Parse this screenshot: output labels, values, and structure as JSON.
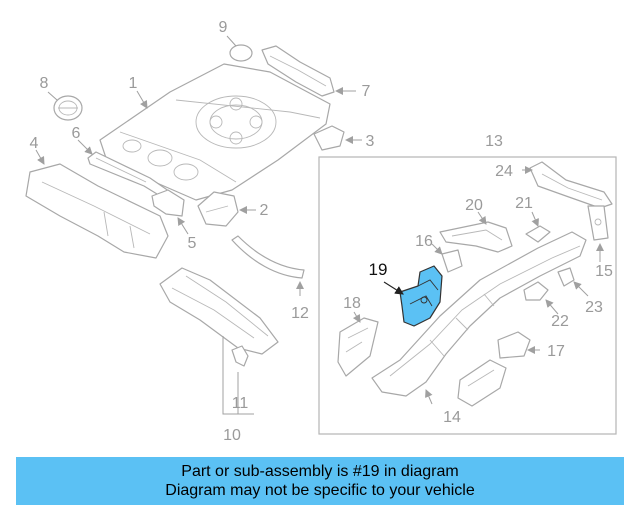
{
  "diagram": {
    "highlight_color": "#5bc1f4",
    "outline_color": "#a8a8a8",
    "labels": {
      "1": "1",
      "2": "2",
      "3": "3",
      "4": "4",
      "5": "5",
      "6": "6",
      "7": "7",
      "8": "8",
      "9": "9",
      "10": "10",
      "11": "11",
      "12": "12",
      "13": "13",
      "14": "14",
      "15": "15",
      "16": "16",
      "17": "17",
      "18": "18",
      "19": "19",
      "20": "20",
      "21": "21",
      "22": "22",
      "23": "23",
      "24": "24"
    },
    "highlighted_part": "19"
  },
  "banner": {
    "line1": "Part or sub-assembly is #19 in diagram",
    "line2": "Diagram may not be specific to your vehicle",
    "background": "#5bc1f4"
  }
}
